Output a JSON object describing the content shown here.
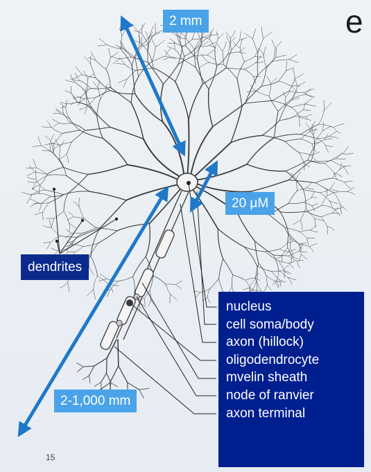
{
  "letter": "e",
  "labels": {
    "dendrite_length": "2 mm",
    "soma_size": "20 μM",
    "axon_length": "2-1,000 mm",
    "dendrites": "dendrites"
  },
  "legend": [
    "nucleus",
    "cell soma/body",
    "axon (hillock)",
    "oligodendrocyte",
    "mvelin sheath",
    "node of ranvier",
    "axon terminal"
  ],
  "slide_number": "15",
  "colors": {
    "arrow": "#1f78c8",
    "label_light": "#4aa3e8",
    "label_dark": "#0a2a8c",
    "legend_bg": "#001f8f",
    "neuron_line": "#3a3a3a",
    "soma_fill": "#f3f3f3"
  }
}
